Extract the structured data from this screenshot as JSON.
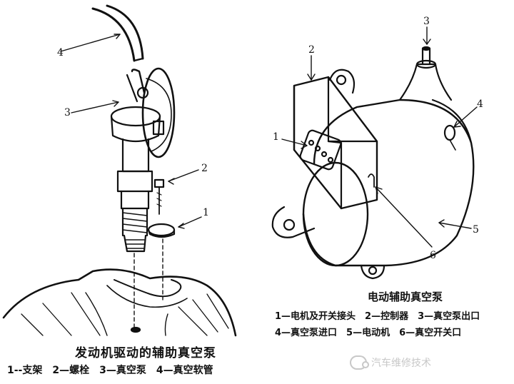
{
  "left_figure": {
    "caption": "发动机驱动的辅助真空泵",
    "legend": "1--支架　2—螺栓　3—真空泵　4—真空软管",
    "callouts": [
      "1",
      "2",
      "3",
      "4"
    ]
  },
  "right_figure": {
    "caption": "电动辅助真空泵",
    "legend_line1": "1—电机及开关接头　2—控制器　3—真空泵出口",
    "legend_line2": "4—真空泵进口　5—电动机　6—真空开关口",
    "callouts": [
      "1",
      "2",
      "3",
      "4",
      "5",
      "6"
    ]
  },
  "watermark": {
    "icon": "wechat-icon",
    "text": "汽车维修技术",
    "color": "#c8c8c8"
  }
}
